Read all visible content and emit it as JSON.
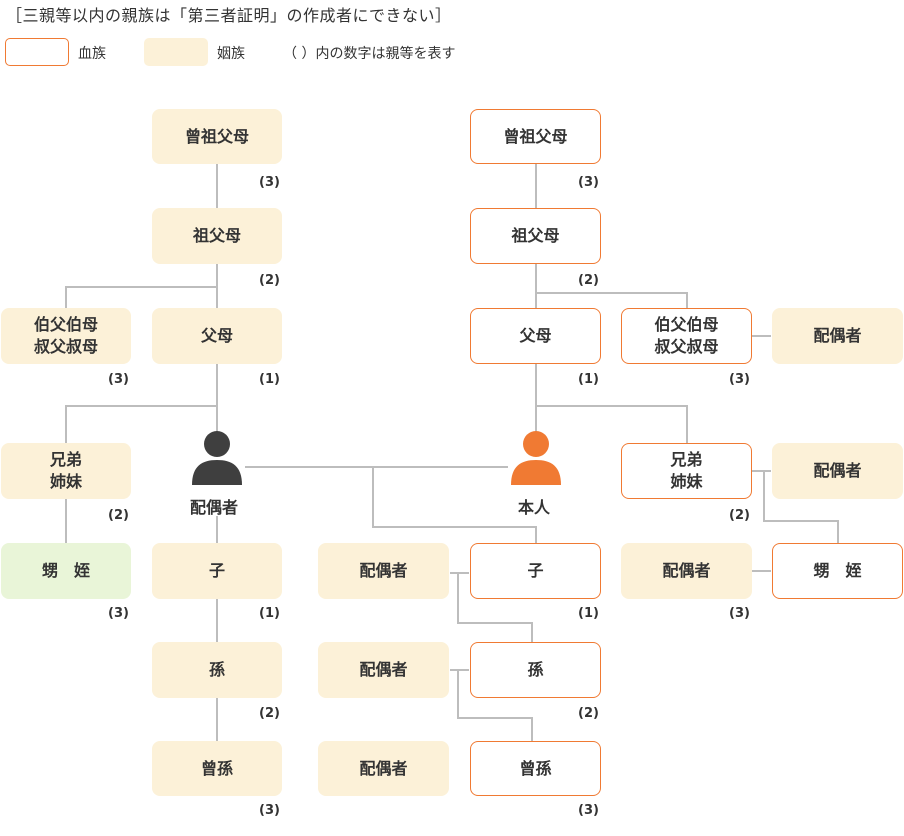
{
  "title": "［三親等以内の親族は「第三者証明」の作成者にできない］",
  "legend": {
    "blood_label": "血族",
    "affinal_label": "姻族",
    "note": "（ ）内の数字は親等を表す"
  },
  "colors": {
    "blood_border": "#f07a33",
    "affinal_fill": "#fcf1d8",
    "nephew_fill": "#e9f5d8",
    "line": "#bdbdbd",
    "self_icon": "#f07a33",
    "spouse_icon": "#3f3f3f"
  },
  "spouse_side": {
    "great_grandparents": {
      "label": "曾祖父母",
      "degree": "(3)"
    },
    "grandparents": {
      "label": "祖父母",
      "degree": "(2)"
    },
    "uncles_aunts": {
      "label": "伯父伯母\n叔父叔母",
      "degree": "(3)"
    },
    "parents": {
      "label": "父母",
      "degree": "(1)"
    },
    "siblings": {
      "label": "兄弟\n姉妹",
      "degree": "(2)"
    },
    "nephews_nieces": {
      "label": "甥　姪",
      "degree": "(3)"
    },
    "spouse": {
      "label": "配偶者",
      "icon": "person-icon"
    },
    "child": {
      "label": "子",
      "degree": "(1)"
    },
    "grandchild": {
      "label": "孫",
      "degree": "(2)"
    },
    "great_grandchild": {
      "label": "曾孫",
      "degree": "(3)"
    }
  },
  "self_side": {
    "great_grandparents": {
      "label": "曾祖父母",
      "degree": "(3)"
    },
    "grandparents": {
      "label": "祖父母",
      "degree": "(2)"
    },
    "parents": {
      "label": "父母",
      "degree": "(1)"
    },
    "uncles_aunts": {
      "label": "伯父伯母\n叔父叔母",
      "degree": "(3)"
    },
    "uncles_aunts_spouse": {
      "label": "配偶者"
    },
    "self": {
      "label": "本人",
      "icon": "person-icon"
    },
    "siblings": {
      "label": "兄弟\n姉妹",
      "degree": "(2)"
    },
    "siblings_spouse": {
      "label": "配偶者"
    },
    "nephews_nieces": {
      "label": "甥　姪",
      "degree": "(3)"
    },
    "nephews_spouse": {
      "label": "配偶者"
    },
    "child": {
      "label": "子",
      "degree": "(1)"
    },
    "child_spouse": {
      "label": "配偶者"
    },
    "grandchild": {
      "label": "孫",
      "degree": "(2)"
    },
    "grandchild_spouse": {
      "label": "配偶者"
    },
    "great_grandchild": {
      "label": "曾孫",
      "degree": "(3)"
    },
    "great_grandchild_spouse": {
      "label": "配偶者"
    }
  }
}
